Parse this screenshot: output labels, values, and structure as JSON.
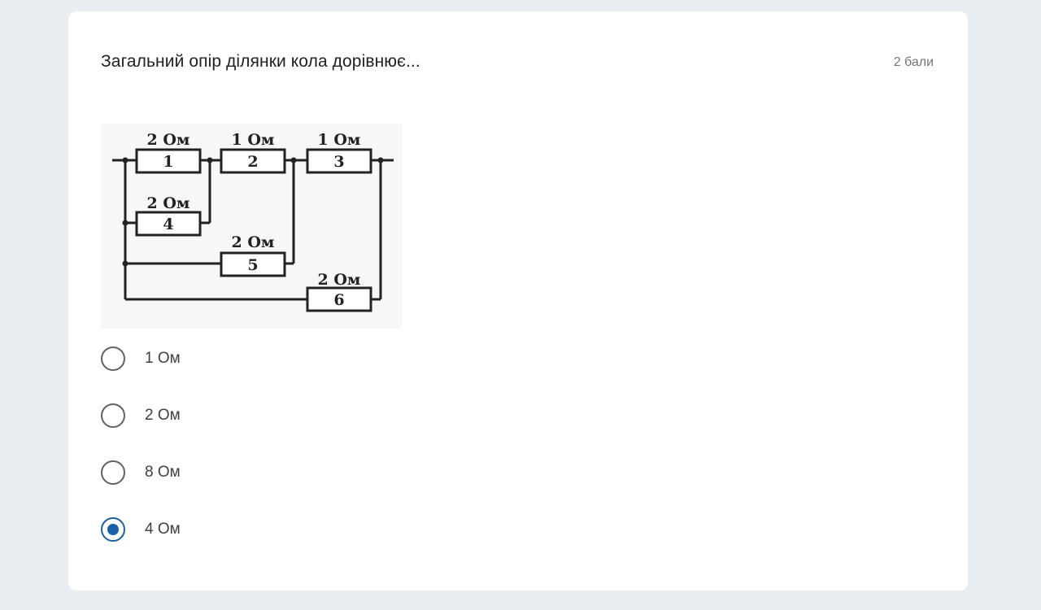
{
  "question": {
    "title": "Загальний опір ділянки кола дорівнює...",
    "points": "2 бали"
  },
  "circuit": {
    "resistors": [
      {
        "number": "1",
        "value": "2 Ом"
      },
      {
        "number": "2",
        "value": "1 Ом"
      },
      {
        "number": "3",
        "value": "1 Ом"
      },
      {
        "number": "4",
        "value": "2 Ом"
      },
      {
        "number": "5",
        "value": "2 Ом"
      },
      {
        "number": "6",
        "value": "2 Ом"
      }
    ]
  },
  "options": [
    {
      "label": "1 Ом",
      "selected": false
    },
    {
      "label": "2 Ом",
      "selected": false
    },
    {
      "label": "8 Ом",
      "selected": false
    },
    {
      "label": "4 Ом",
      "selected": true
    }
  ],
  "colors": {
    "accent": "#1a5fa8",
    "background": "#e8edf2",
    "card": "#ffffff"
  }
}
